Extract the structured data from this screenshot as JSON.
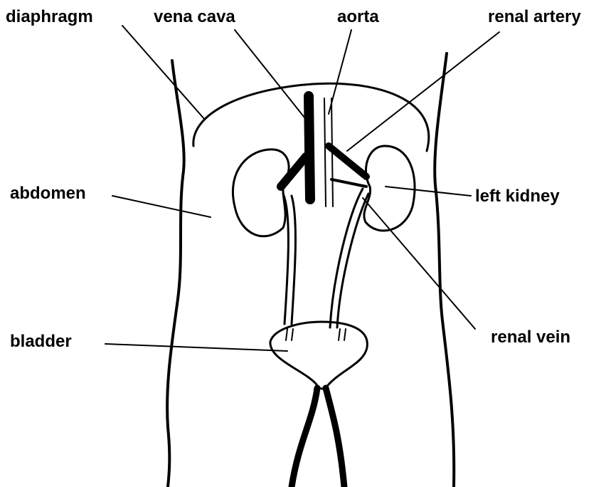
{
  "labels": {
    "diaphragm": "diaphragm",
    "vena_cava": "vena cava",
    "aorta": "aorta",
    "renal_artery": "renal artery",
    "abdomen": "abdomen",
    "left_kidney": "left kidney",
    "bladder": "bladder",
    "renal_vein": "renal vein"
  },
  "colors": {
    "ink": "#000000",
    "background": "#ffffff"
  }
}
